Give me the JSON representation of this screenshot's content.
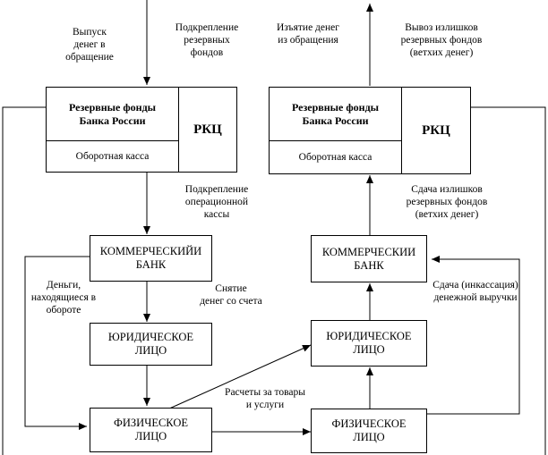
{
  "reserve_left": {
    "title": "Резервные фонды\nБанка России",
    "cash_desk": "Оборотная касса",
    "rkc": "РКЦ"
  },
  "reserve_right": {
    "title": "Резервные фонды\nБанка России",
    "cash_desk": "Оборотная касса",
    "rkc": "РКЦ"
  },
  "boxes": {
    "bank_left": "КОММЕРЧЕСКИЙИ\nБАНК",
    "bank_right": "КОММЕРЧЕСКИИ\nБАНК",
    "legal_left": "ЮРИДИЧЕСКОЕ\nЛИЦО",
    "legal_right": "ЮРИДИЧЕСКОЕ\nЛИЦО",
    "physical_left": "ФИЗИЧЕСКОЕ\nЛИЦО",
    "physical_right": "ФИЗИЧЕСКОЕ\nЛИЦО"
  },
  "labels": {
    "issue": "Выпуск\nденег в\nобращение",
    "reinforce_reserve": "Подкрепление\nрезервных\nфондов",
    "withdrawal": "Изъятие денег\nиз обращения",
    "export_surplus": "Вывоз излишков\nрезервных фондов\n(ветхих денег)",
    "reinforce_operating": "Подкрепление\nоперационной\nкассы",
    "deposit_surplus": "Сдача излишков\nрезервных фондов\n(ветхих денег)",
    "money_in_circulation": "Деньги,\nнаходящиеся в\nобороте",
    "account_withdrawal": "Снятие\nденег со счета",
    "cash_collection": "Сдача (инкассация)\nденежной выручки",
    "payments": "Расчеты за товары\nи услуги"
  }
}
